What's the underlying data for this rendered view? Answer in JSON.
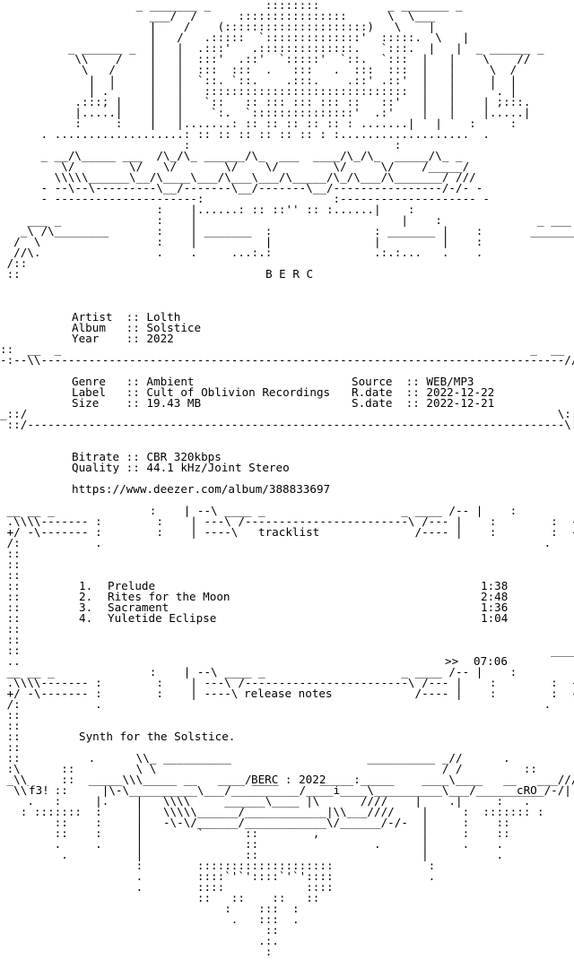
{
  "logo": {
    "group_name": "B E R C"
  },
  "release": {
    "artist_label": "Artist",
    "artist": "Lolth",
    "album_label": "Album",
    "album": "Solstice",
    "year_label": "Year",
    "year": "2022",
    "genre_label": "Genre",
    "genre": "Ambient",
    "label_label": "Label",
    "label": "Cult of Oblivion Recordings",
    "size_label": "Size",
    "size": "19.43 MB",
    "source_label": "Source",
    "source": "WEB/MP3",
    "rdate_label": "R.date",
    "rdate": "2022-12-22",
    "sdate_label": "S.date",
    "sdate": "2022-12-21",
    "bitrate_label": "Bitrate",
    "bitrate": "CBR 320kbps",
    "quality_label": "Quality",
    "quality": "44.1 kHz/Joint Stereo",
    "url": "https://www.deezer.com/album/388833697"
  },
  "tracklist": {
    "heading": "tracklist",
    "tracks": [
      {
        "num": "1.",
        "title": "Prelude",
        "time": "1:38"
      },
      {
        "num": "2.",
        "title": "Rites for the Moon",
        "time": "2:48"
      },
      {
        "num": "3.",
        "title": "Sacrament",
        "time": "1:36"
      },
      {
        "num": "4.",
        "title": "Yuletide Eclipse",
        "time": "1:04"
      }
    ],
    "total_marker": ">>",
    "total": "07:06"
  },
  "notes": {
    "heading": "release notes",
    "text": "Synth for the Solstice."
  },
  "footer": {
    "credit": "BERC : 2022",
    "left_tag": "f3!",
    "right_tag": "cRO"
  }
}
